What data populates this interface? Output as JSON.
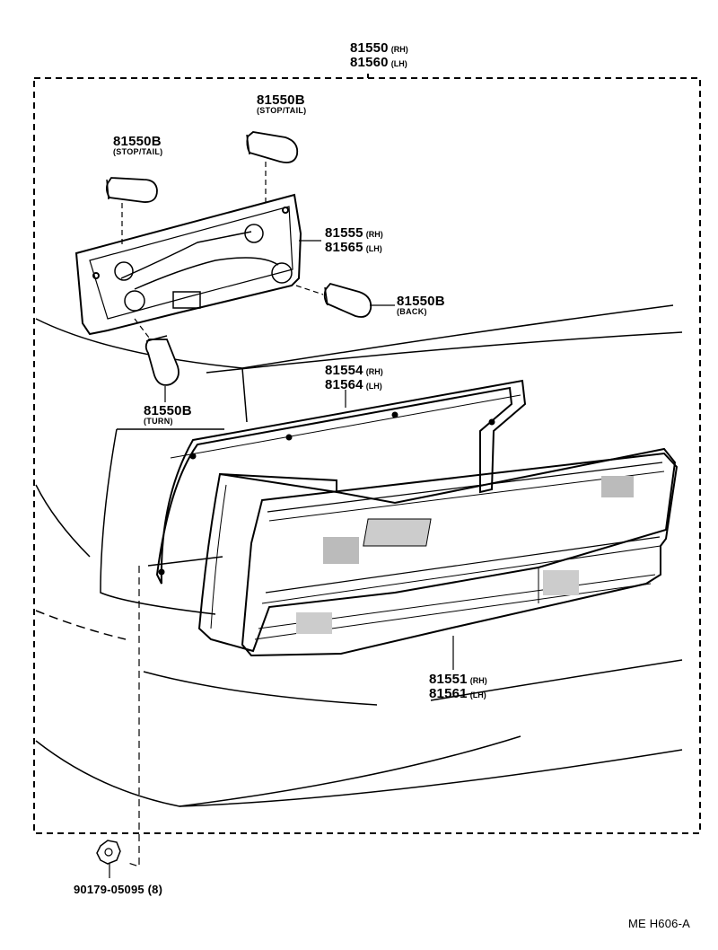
{
  "labels": {
    "assembly": {
      "number_rh": "81550",
      "side_rh": "(RH)",
      "number_lh": "81560",
      "side_lh": "(LH)"
    },
    "bulb_stop_tail_top": {
      "number": "81550B",
      "desc": "(STOP/TAIL)"
    },
    "bulb_stop_tail_left": {
      "number": "81550B",
      "desc": "(STOP/TAIL)"
    },
    "socket_plate": {
      "number_rh": "81555",
      "side_rh": "(RH)",
      "number_lh": "81565",
      "side_lh": "(LH)"
    },
    "bulb_back": {
      "number": "81550B",
      "desc": "(BACK)"
    },
    "gasket": {
      "number_rh": "81554",
      "side_rh": "(RH)",
      "number_lh": "81564",
      "side_lh": "(LH)"
    },
    "bulb_turn": {
      "number": "81550B",
      "desc": "(TURN)"
    },
    "lens": {
      "number_rh": "81551",
      "side_rh": "(RH)",
      "number_lh": "81561",
      "side_lh": "(LH)"
    },
    "nut": {
      "number": "90179-05095 (8)"
    },
    "diagram_code": "ME  H606-A"
  }
}
